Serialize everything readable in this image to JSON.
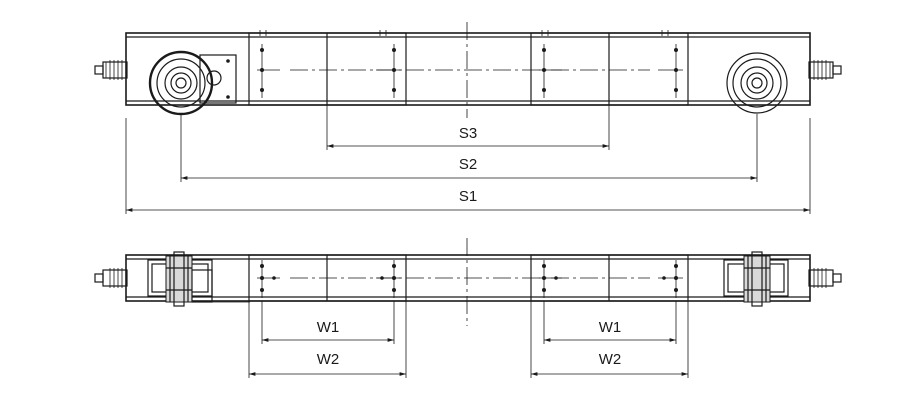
{
  "labels": {
    "s1": "S1",
    "s2": "S2",
    "s3": "S3",
    "w1_left": "W1",
    "w2_left": "W2",
    "w1_right": "W1",
    "w2_right": "W2"
  },
  "colors": {
    "line": "#1a1a1a",
    "background": "#ffffff",
    "shade": "#d9d9d9"
  }
}
